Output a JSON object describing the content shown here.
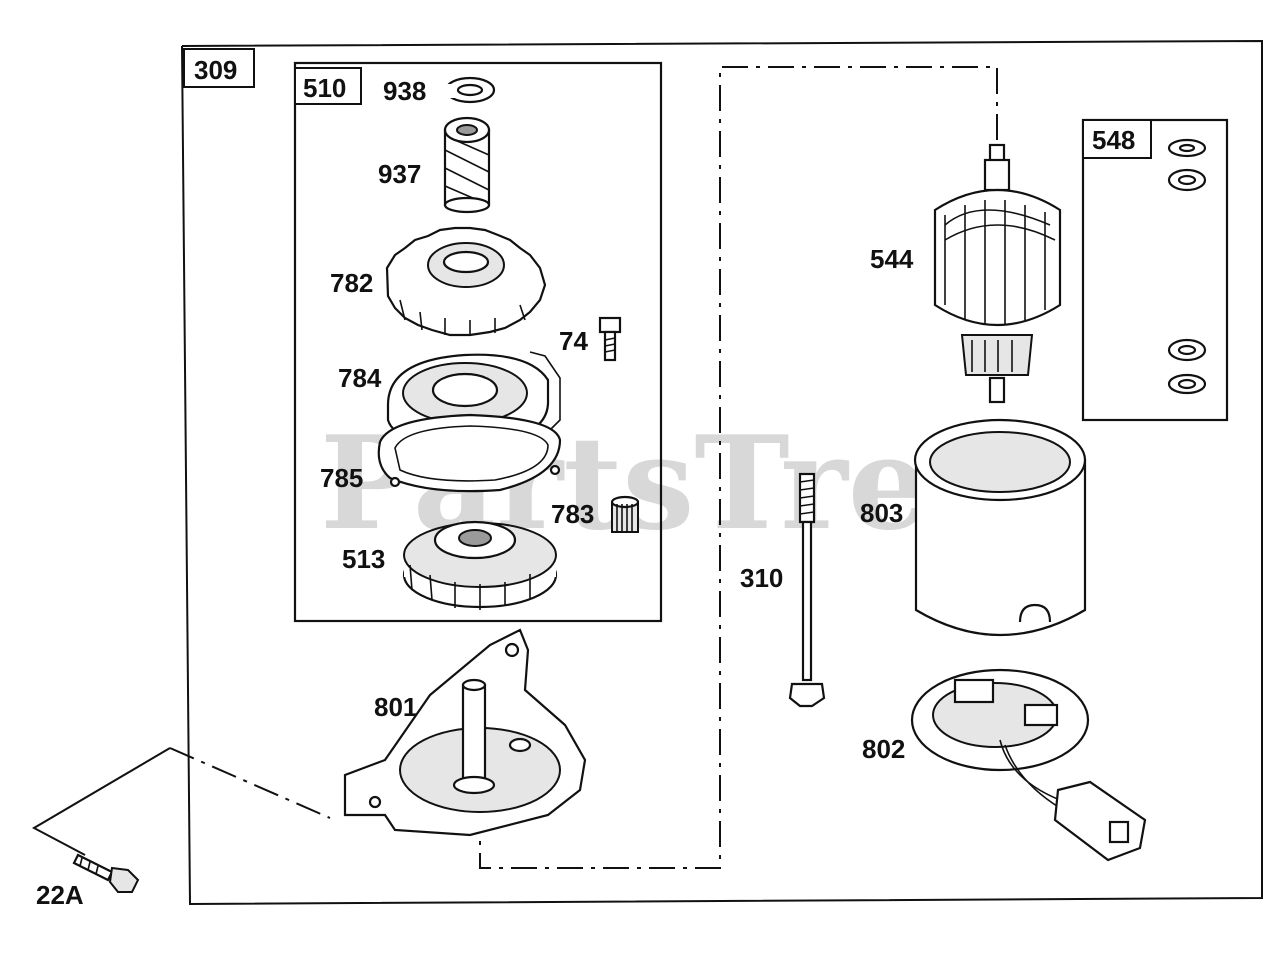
{
  "watermark": "PartsTree",
  "boxes": {
    "main": "309",
    "kit": "510",
    "washers": "548"
  },
  "parts": {
    "p938": "938",
    "p937": "937",
    "p782": "782",
    "p74": "74",
    "p784": "784",
    "p785": "785",
    "p783": "783",
    "p513": "513",
    "p801": "801",
    "p544": "544",
    "p803": "803",
    "p310": "310",
    "p802": "802",
    "p22a": "22A"
  }
}
